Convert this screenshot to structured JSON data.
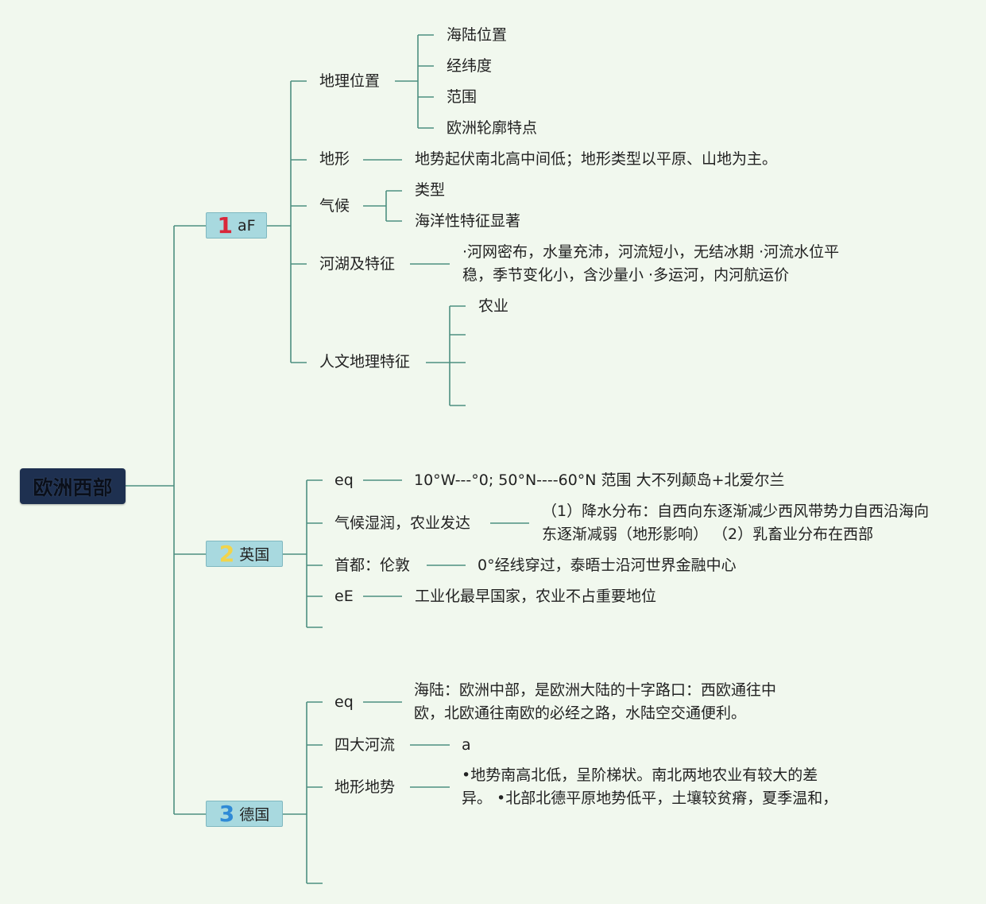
{
  "root": {
    "label": "欧洲西部"
  },
  "sections": [
    {
      "num": "1",
      "title": "aF",
      "num_color": "#d9273a"
    },
    {
      "num": "2",
      "title": "英国",
      "num_color": "#f2d44a"
    },
    {
      "num": "3",
      "title": "德国",
      "num_color": "#2f8ad6"
    }
  ],
  "s1": {
    "geo": "地理位置",
    "geo_items": [
      "海陆位置",
      "经纬度",
      "范围",
      "欧洲轮廓特点"
    ],
    "terrain": "地形",
    "terrain_desc": "地势起伏南北高中间低；地形类型以平原、山地为主。",
    "climate": "气候",
    "climate_items": [
      "类型",
      "海洋性特征显著"
    ],
    "rivers": "河湖及特征",
    "rivers_desc": "·河网密布，水量充沛，河流短小，无结冰期 ·河流水位平稳，季节变化小，含沙量小 ·多运河，内河航运价",
    "human": "人文地理特征",
    "human_items": [
      "农业"
    ]
  },
  "s2": {
    "items": [
      {
        "label": "eq",
        "desc": "10°W---°0; 50°N----60°N 范围 大不列颠岛+北爱尔兰"
      },
      {
        "label": "气候湿润，农业发达",
        "desc": "（1）降水分布：自西向东逐渐减少西风带势力自西沿海向东逐渐减弱（地形影响） （2）乳畜业分布在西部"
      },
      {
        "label": "首都：伦敦",
        "desc": "0°经线穿过，泰晤士沿河世界金融中心"
      },
      {
        "label": "eE",
        "desc": "工业化最早国家，农业不占重要地位"
      }
    ]
  },
  "s3": {
    "items": [
      {
        "label": "eq",
        "desc": "海陆：欧洲中部，是欧洲大陆的十字路口：西欧通往中欧，北欧通往南欧的必经之路，水陆空交通便利。"
      },
      {
        "label": "四大河流",
        "desc": "a"
      },
      {
        "label": "地形地势",
        "desc": "•地势南高北低，呈阶梯状。南北两地农业有较大的差异。 •北部北德平原地势低平，土壤较贫瘠，夏季温和，"
      }
    ]
  },
  "colors": {
    "line": "#4d8f80",
    "background": "#f1f8ee"
  }
}
